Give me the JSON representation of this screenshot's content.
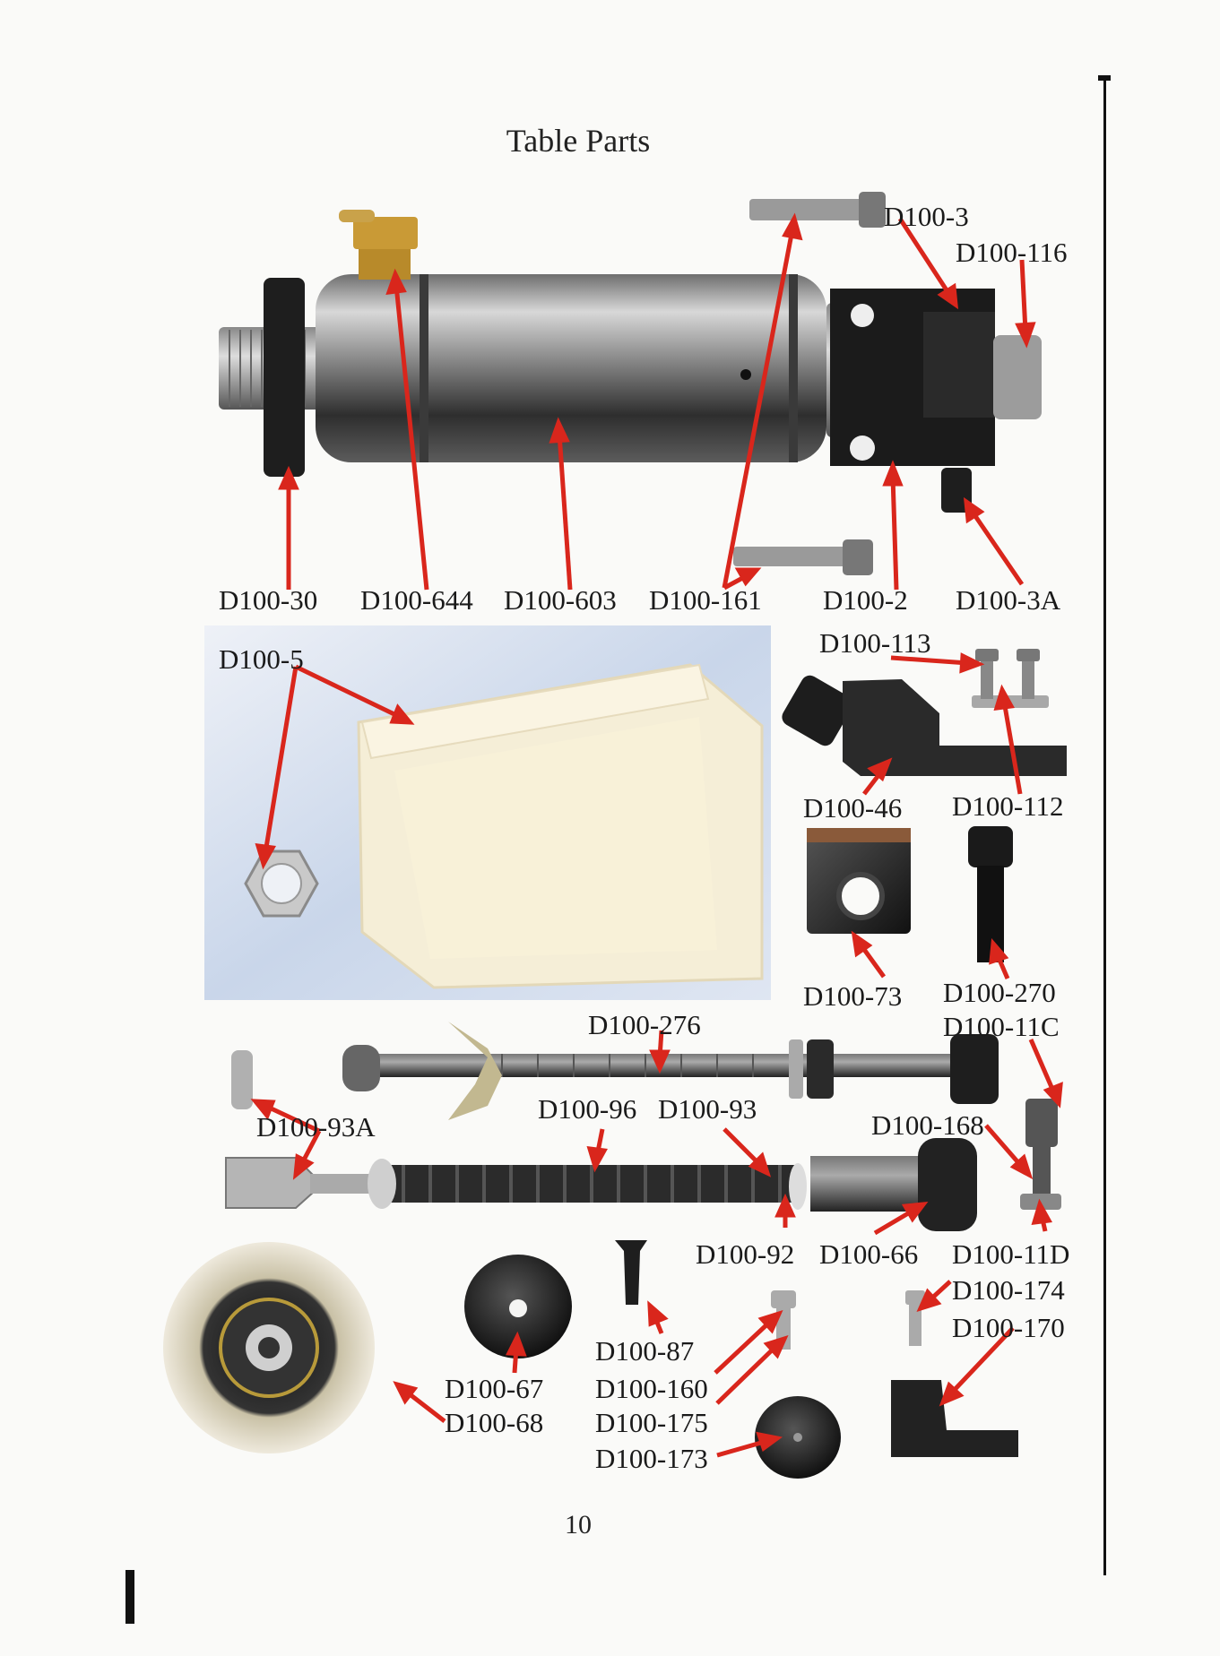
{
  "page": {
    "title": "Table Parts",
    "page_number": "10"
  },
  "labels": [
    {
      "id": "d100-3",
      "text": "D100-3"
    },
    {
      "id": "d100-116",
      "text": "D100-116"
    },
    {
      "id": "d100-30",
      "text": "D100-30"
    },
    {
      "id": "d100-644",
      "text": "D100-644"
    },
    {
      "id": "d100-603",
      "text": "D100-603"
    },
    {
      "id": "d100-161",
      "text": "D100-161"
    },
    {
      "id": "d100-2",
      "text": "D100-2"
    },
    {
      "id": "d100-3a",
      "text": "D100-3A"
    },
    {
      "id": "d100-5",
      "text": "D100-5"
    },
    {
      "id": "d100-113",
      "text": "D100-113"
    },
    {
      "id": "d100-46",
      "text": "D100-46"
    },
    {
      "id": "d100-112",
      "text": "D100-112"
    },
    {
      "id": "d100-73",
      "text": "D100-73"
    },
    {
      "id": "d100-270",
      "text": "D100-270"
    },
    {
      "id": "d100-276",
      "text": "D100-276"
    },
    {
      "id": "d100-11c",
      "text": "D100-11C"
    },
    {
      "id": "d100-93a",
      "text": "D100-93A"
    },
    {
      "id": "d100-96",
      "text": "D100-96"
    },
    {
      "id": "d100-93",
      "text": "D100-93"
    },
    {
      "id": "d100-168",
      "text": "D100-168"
    },
    {
      "id": "d100-92",
      "text": "D100-92"
    },
    {
      "id": "d100-66",
      "text": "D100-66"
    },
    {
      "id": "d100-11d",
      "text": "D100-11D"
    },
    {
      "id": "d100-174",
      "text": "D100-174"
    },
    {
      "id": "d100-170",
      "text": "D100-170"
    },
    {
      "id": "d100-87",
      "text": "D100-87"
    },
    {
      "id": "d100-67",
      "text": "D100-67"
    },
    {
      "id": "d100-160",
      "text": "D100-160"
    },
    {
      "id": "d100-68",
      "text": "D100-68"
    },
    {
      "id": "d100-175",
      "text": "D100-175"
    },
    {
      "id": "d100-173",
      "text": "D100-173"
    }
  ],
  "colors": {
    "arrow": "#d9261c",
    "text": "#1a1a1a"
  }
}
